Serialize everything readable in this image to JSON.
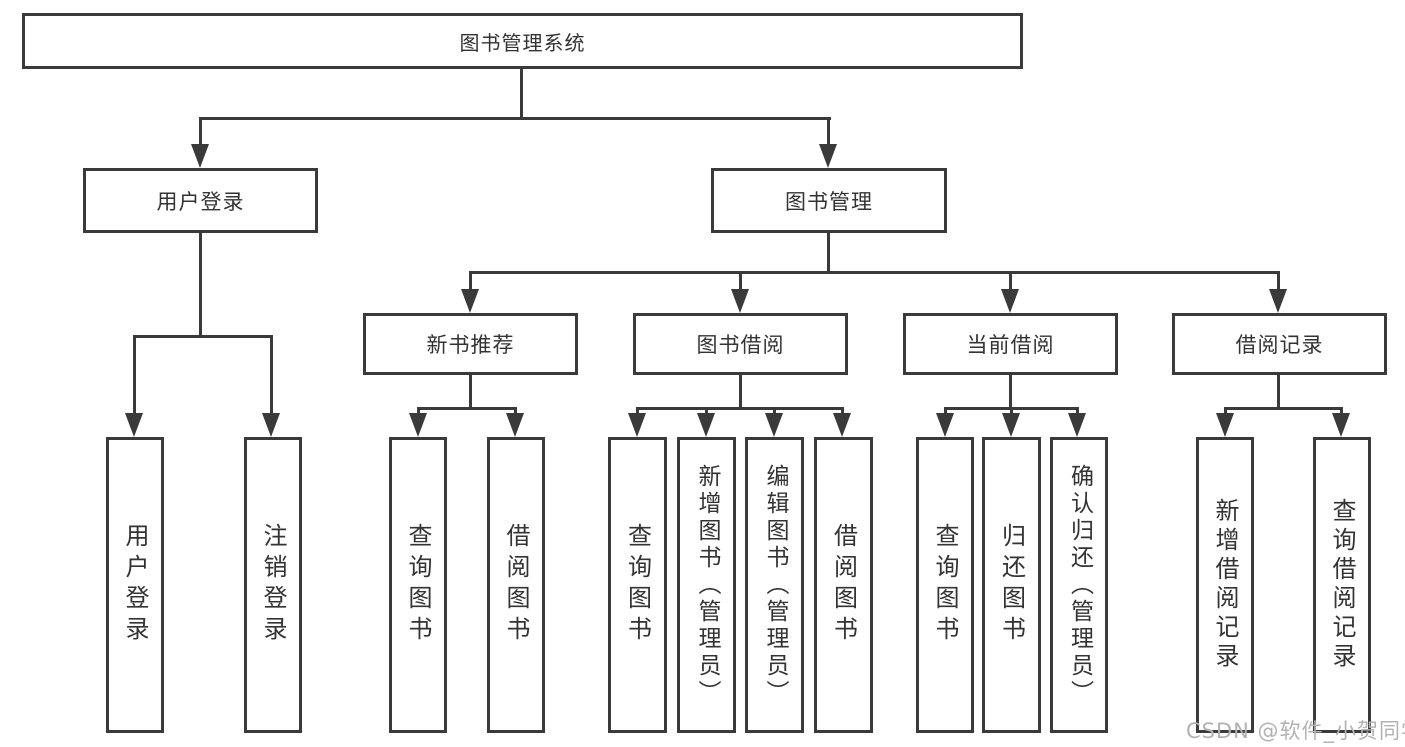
{
  "colors": {
    "line": "#3a3a3a",
    "text": "#333333",
    "watermark": "#b2b2b2",
    "background": "#ffffff"
  },
  "diagram": {
    "root": {
      "label": "图书管理系统"
    },
    "level2": [
      {
        "label": "用户登录"
      },
      {
        "label": "图书管理"
      }
    ],
    "level3": [
      {
        "label": "新书推荐"
      },
      {
        "label": "图书借阅"
      },
      {
        "label": "当前借阅"
      },
      {
        "label": "借阅记录"
      }
    ],
    "leaves": {
      "login": [
        "用户登录",
        "注销登录"
      ],
      "recommend": [
        "查询图书",
        "借阅图书"
      ],
      "borrow": [
        "查询图书",
        "新增图书（管理员）",
        "编辑图书（管理员）",
        "借阅图书"
      ],
      "current": [
        "查询图书",
        "归还图书",
        "确认归还（管理员）"
      ],
      "record": [
        "新增借阅记录",
        "查询借阅记录"
      ]
    }
  },
  "watermark": "CSDN @软件_小贺同学"
}
